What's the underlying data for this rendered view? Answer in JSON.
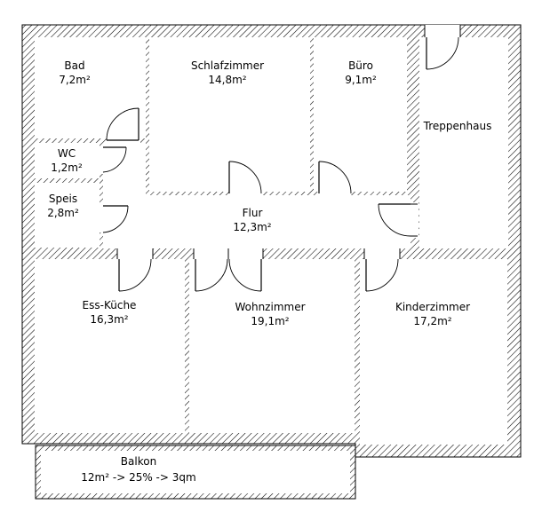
{
  "plan": {
    "rooms": [
      {
        "id": "bad",
        "name": "Bad",
        "area": "7,2m²"
      },
      {
        "id": "schlafzimmer",
        "name": "Schlafzimmer",
        "area": "14,8m²"
      },
      {
        "id": "buero",
        "name": "Büro",
        "area": "9,1m²"
      },
      {
        "id": "treppenhaus",
        "name": "Treppenhaus",
        "area": ""
      },
      {
        "id": "wc",
        "name": "WC",
        "area": "1,2m²"
      },
      {
        "id": "speis",
        "name": "Speis",
        "area": "2,8m²"
      },
      {
        "id": "flur",
        "name": "Flur",
        "area": "12,3m²"
      },
      {
        "id": "ess-kueche",
        "name": "Ess-Küche",
        "area": "16,3m²"
      },
      {
        "id": "wohnzimmer",
        "name": "Wohnzimmer",
        "area": "19,1m²"
      },
      {
        "id": "kinderzimmer",
        "name": "Kinderzimmer",
        "area": "17,2m²"
      },
      {
        "id": "balkon",
        "name": "Balkon",
        "area": "12m² -> 25% -> 3qm"
      }
    ],
    "colors": {
      "wall_hatch": "#000000",
      "background": "#ffffff"
    }
  }
}
